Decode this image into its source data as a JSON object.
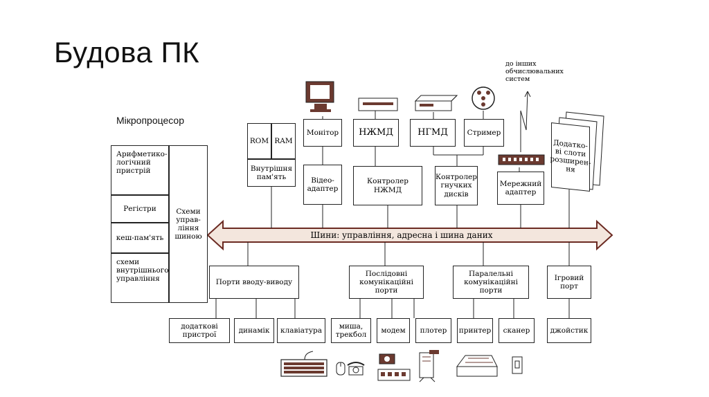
{
  "title": "Будова ПК",
  "microprocessor": {
    "label": "Мікропроцесор",
    "alu": "Арифметико-логічний пристрій",
    "registers": "Регістри",
    "cache": "кеш-пам'ять",
    "internal_control": "схеми внутрішнього управління",
    "bus_control": "Схеми управ-ління шиною"
  },
  "memory": {
    "rom": "ROM",
    "ram": "RAM",
    "internal": "Внутрішня пам'ять"
  },
  "devices_top": {
    "monitor": "Монітор",
    "video": "Відео-адаптер",
    "hdd": "НЖМД",
    "hdd_ctrl": "Контролер НЖМД",
    "fdd": "НГМД",
    "fdd_ctrl": "Контролер гнучких дисків",
    "streamer": "Стример",
    "net_adapter": "Мережний адаптер",
    "other_systems": "до інших обчислювальних систем",
    "expansion": "Додатко-ві слоти розширен-ня"
  },
  "bus": "Шини: управління, адресна і шина даних",
  "ports": {
    "io": "Порти вводу-виводу",
    "serial": "Послідовні комунікаційні порти",
    "parallel": "Паралельні комунікаційні порти",
    "game": "Ігровий порт"
  },
  "devices_bottom": {
    "extra": "додаткові пристрої",
    "speaker": "динамік",
    "keyboard": "клавіатура",
    "mouse": "миша, трекбол",
    "modem": "модем",
    "plotter": "плотер",
    "printer": "принтер",
    "scanner": "сканер",
    "joystick": "джойстик"
  },
  "colors": {
    "bus_fill": "#f3e6dd",
    "bus_stroke": "#6b2a22",
    "icon_dark": "#6b3a30"
  }
}
